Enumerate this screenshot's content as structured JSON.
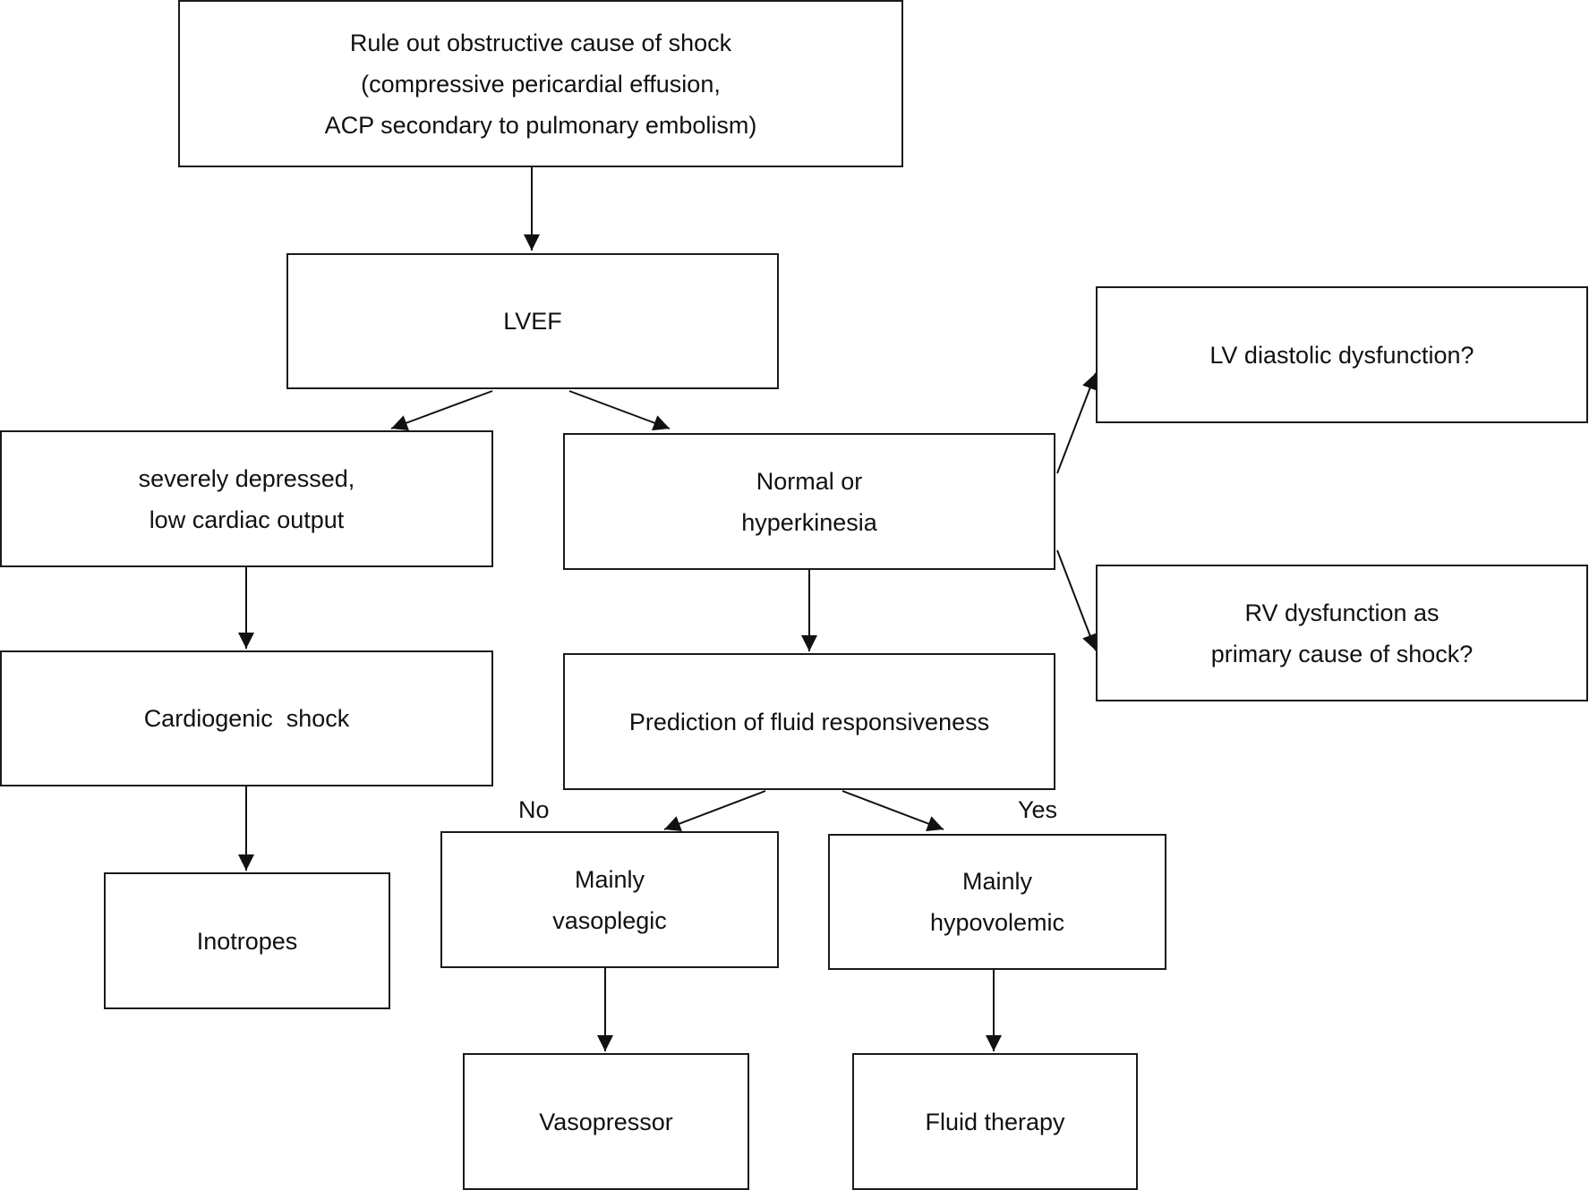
{
  "nodes": {
    "obstructive": {
      "lines": [
        "Rule out obstructive cause of shock",
        "(compressive pericardial effusion,",
        "ACP secondary to pulmonary embolism)"
      ]
    },
    "lvef": {
      "lines": [
        "LVEF"
      ]
    },
    "lv_diastolic": {
      "lines": [
        "LV diastolic dysfunction?"
      ]
    },
    "severely_depressed": {
      "lines": [
        "severely depressed,",
        "low cardiac output"
      ]
    },
    "normal_hyperkinesia": {
      "lines": [
        "Normal or",
        "hyperkinesia"
      ]
    },
    "rv_dysfunction": {
      "lines": [
        "RV dysfunction as",
        "primary cause of shock?"
      ]
    },
    "cardiogenic": {
      "lines": [
        "Cardiogenic  shock"
      ]
    },
    "prediction": {
      "lines": [
        "Prediction of fluid responsiveness"
      ]
    },
    "vasoplegic": {
      "lines": [
        "Mainly",
        "vasoplegic"
      ]
    },
    "hypovolemic": {
      "lines": [
        "Mainly",
        "hypovolemic"
      ]
    },
    "inotropes": {
      "lines": [
        "Inotropes"
      ]
    },
    "vasopressor": {
      "lines": [
        "Vasopressor"
      ]
    },
    "fluid_therapy": {
      "lines": [
        "Fluid therapy"
      ]
    }
  },
  "edge_labels": {
    "no": "No",
    "yes": "Yes"
  },
  "edges": [
    {
      "from": "obstructive",
      "to": "lvef"
    },
    {
      "from": "lvef",
      "to": "severely_depressed"
    },
    {
      "from": "lvef",
      "to": "normal_hyperkinesia"
    },
    {
      "from": "normal_hyperkinesia",
      "to": "lv_diastolic"
    },
    {
      "from": "normal_hyperkinesia",
      "to": "rv_dysfunction"
    },
    {
      "from": "severely_depressed",
      "to": "cardiogenic"
    },
    {
      "from": "cardiogenic",
      "to": "inotropes"
    },
    {
      "from": "normal_hyperkinesia",
      "to": "prediction"
    },
    {
      "from": "prediction",
      "to": "vasoplegic",
      "label": "no"
    },
    {
      "from": "prediction",
      "to": "hypovolemic",
      "label": "yes"
    },
    {
      "from": "vasoplegic",
      "to": "vasopressor"
    },
    {
      "from": "hypovolemic",
      "to": "fluid_therapy"
    }
  ]
}
